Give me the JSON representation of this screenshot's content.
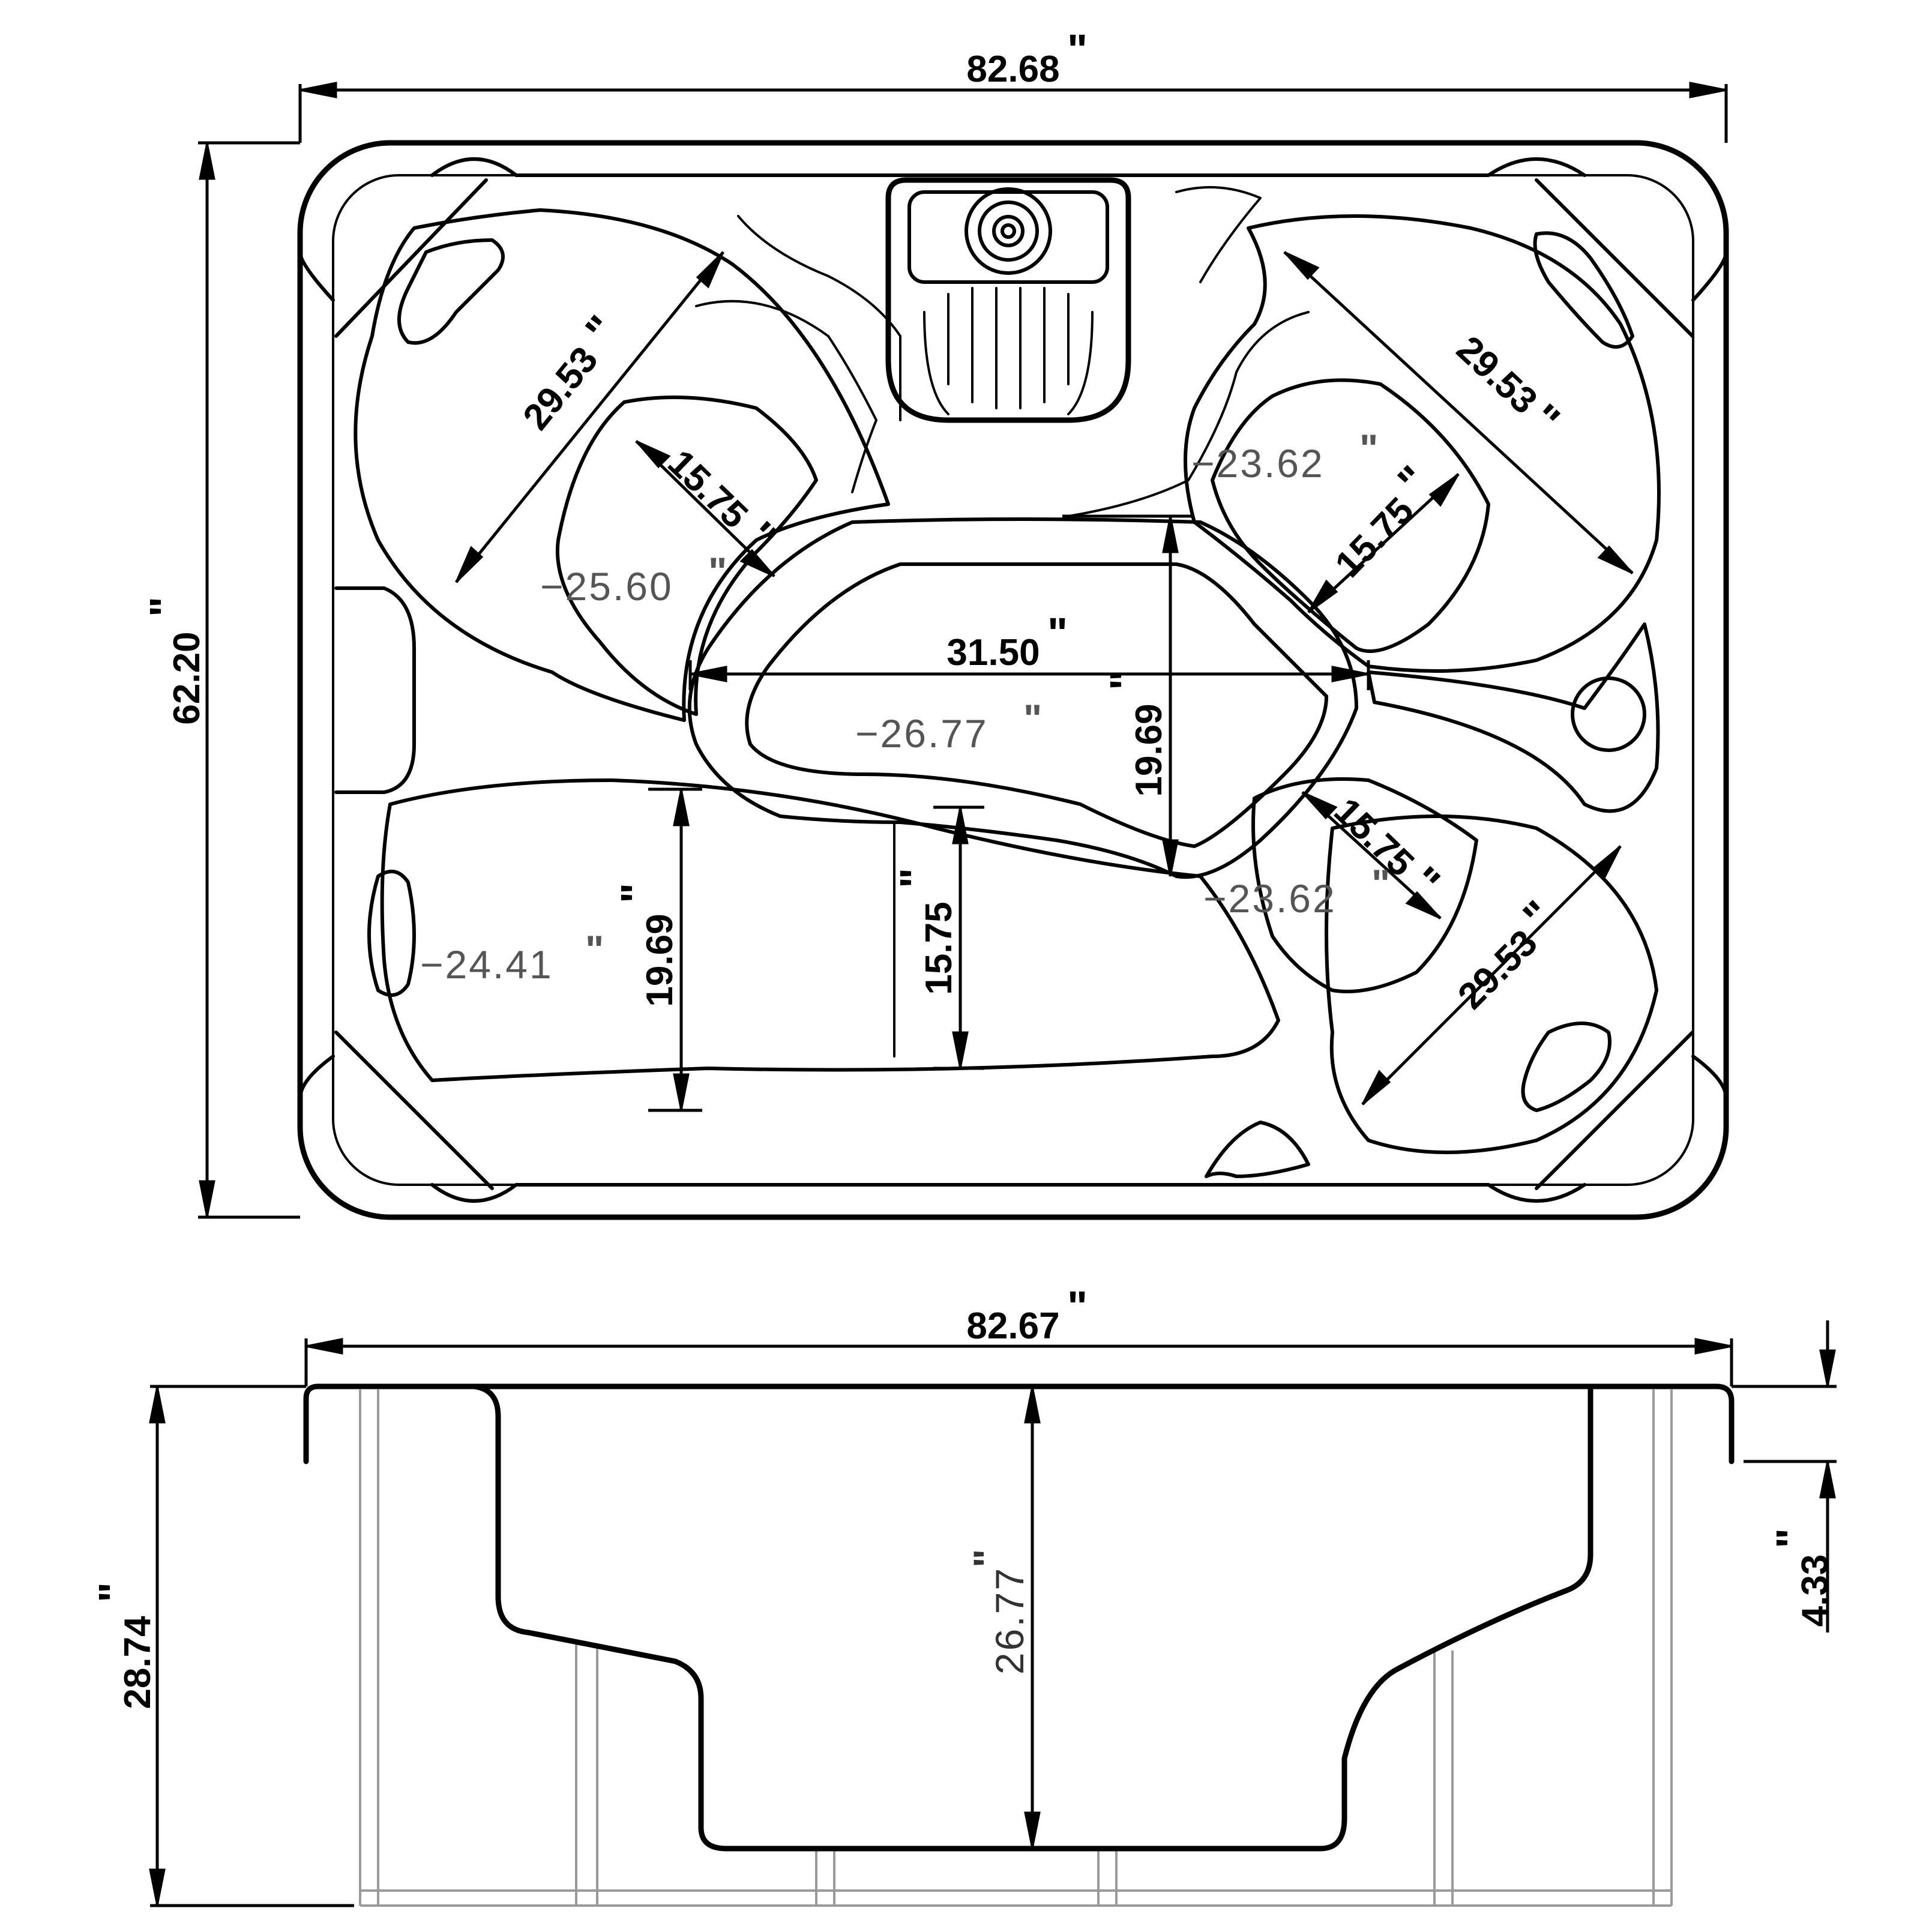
{
  "top_view": {
    "overall_width": "82.68",
    "overall_length": "62.20",
    "seat_diag_upper_left": "29.53",
    "seat_diag_upper_right": "29.53",
    "seat_diag_lower_right": "29.53",
    "seat_width_upper_left": "15.75",
    "seat_width_upper_right": "15.75",
    "seat_width_lower_right": "15.75",
    "footwell_width": "31.50",
    "footwell_length": "19.69",
    "lounger_width_a": "19.69",
    "lounger_width_b": "15.75",
    "depth_upper_left": "−25.60",
    "depth_upper_right": "−23.62",
    "depth_lower_right": "−23.62",
    "depth_lounger": "−24.41",
    "depth_footwell": "−26.77"
  },
  "side_view": {
    "overall_width": "82.67",
    "overall_height": "28.74",
    "inner_depth": "26.77",
    "lip_height": "4.33"
  },
  "inch_mark": "\""
}
